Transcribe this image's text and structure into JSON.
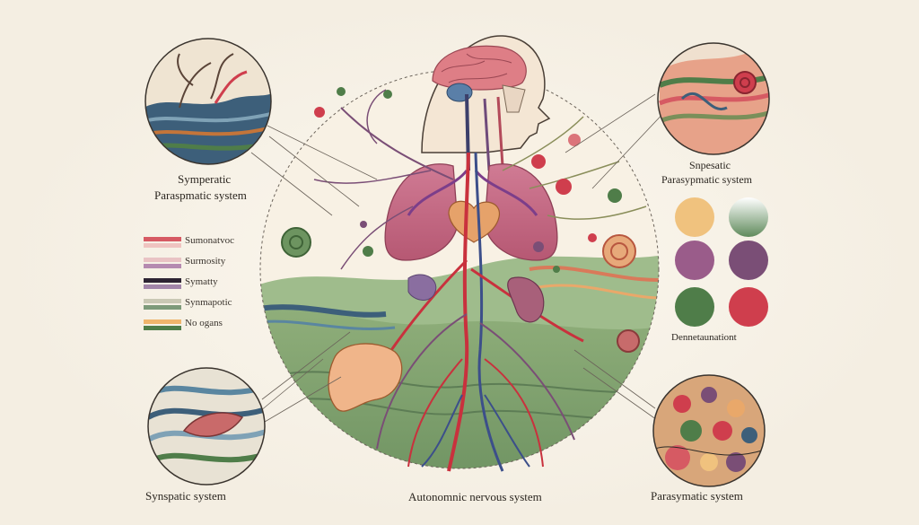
{
  "captions": {
    "top_left_line1": "Symperatic",
    "top_left_line2": "Paraspmatic system",
    "top_right_line1": "Snpesatic",
    "top_right_line2": "Parasypmatic system",
    "bottom_left": "Synspatic system",
    "bottom_center": "Autonomnic nervous system",
    "bottom_right": "Parasymatic system",
    "swatch_label": "Dennetaunationt"
  },
  "legend": [
    {
      "label": "Sumonatvoc",
      "colors": [
        "#d65a63",
        "#efc4c0"
      ]
    },
    {
      "label": "Surmosity",
      "colors": [
        "#e9c3c4",
        "#b58ab0"
      ]
    },
    {
      "label": "Symatty",
      "colors": [
        "#2d2433",
        "#a285a9"
      ]
    },
    {
      "label": "Synmapotic",
      "colors": [
        "#c9c8b4",
        "#7d9a7a"
      ]
    },
    {
      "label": "No ogans",
      "colors": [
        "#efb56c",
        "#4f7d49"
      ]
    }
  ],
  "swatches": [
    {
      "name": "orange",
      "color": "#f0c27e"
    },
    {
      "name": "green-gradient",
      "color": "#5f8a5b"
    },
    {
      "name": "purple",
      "color": "#9a5c8a"
    },
    {
      "name": "dark-purple",
      "color": "#7a4e76"
    },
    {
      "name": "green",
      "color": "#4f7d49"
    },
    {
      "name": "red",
      "color": "#cf3e4d"
    }
  ]
}
